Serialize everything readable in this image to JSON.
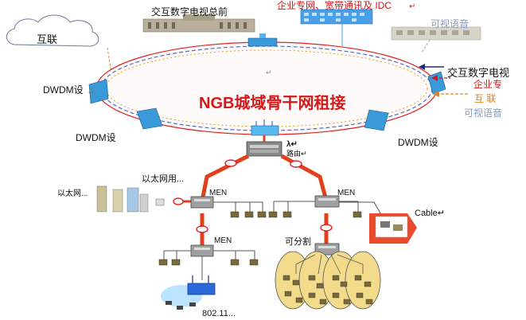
{
  "labels": {
    "hq": "交互数字电视总前",
    "enterprise_top": "企业专网、宽带通讯及 IDC",
    "enterprise_top_mark": "↵",
    "visual_voice_top": "可视语音",
    "internet_cloud": "互联",
    "dwdm_left": "DWDM设",
    "dwdm_left_mark": "↵",
    "dwdm_bottom_left": "DWDM设",
    "dwdm_bottom_right": "DWDM设",
    "ring_title": "NGB城域骨干网租接",
    "ring_mark": "↵",
    "right_itv": "交互数字电视",
    "right_enterprise": "企业专",
    "right_internet": "互  联",
    "right_voice": "可视语音",
    "lambda": "λ↵",
    "core_node": "路由↵",
    "ethernet_user": "以太网用...",
    "ethernet_net": "以太网...",
    "men_left_top": "MEN",
    "men_right": "MEN",
    "men_left_bottom": "MEN",
    "cable": "Cable↵",
    "divisible": "可分割",
    "wifi": "802.11..."
  },
  "colors": {
    "ring_red": "#e02020",
    "ring_blue": "#4a6fc8",
    "trunk_red": "#e0401c",
    "branch_gray": "#555555",
    "title_red": "#d81818",
    "arrow_navy": "#1a2a8a",
    "voice_gray": "#8a9ac0",
    "cluster_fill": "#f2dc8c"
  }
}
